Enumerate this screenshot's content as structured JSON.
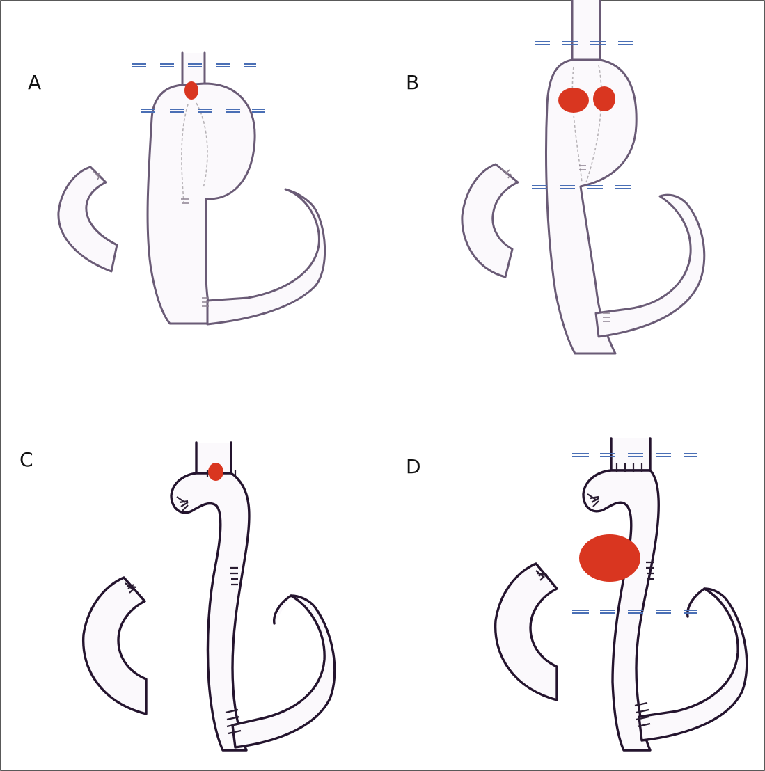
{
  "panels": [
    {
      "id": "A",
      "label": "A"
    },
    {
      "id": "B",
      "label": "B"
    },
    {
      "id": "C",
      "label": "C"
    },
    {
      "id": "D",
      "label": "D"
    }
  ],
  "colors": {
    "lesion": "#d93620",
    "resection_line": "#4a6fb5",
    "outline_ab": "#6a5b76",
    "outline_cd": "#24142e"
  }
}
